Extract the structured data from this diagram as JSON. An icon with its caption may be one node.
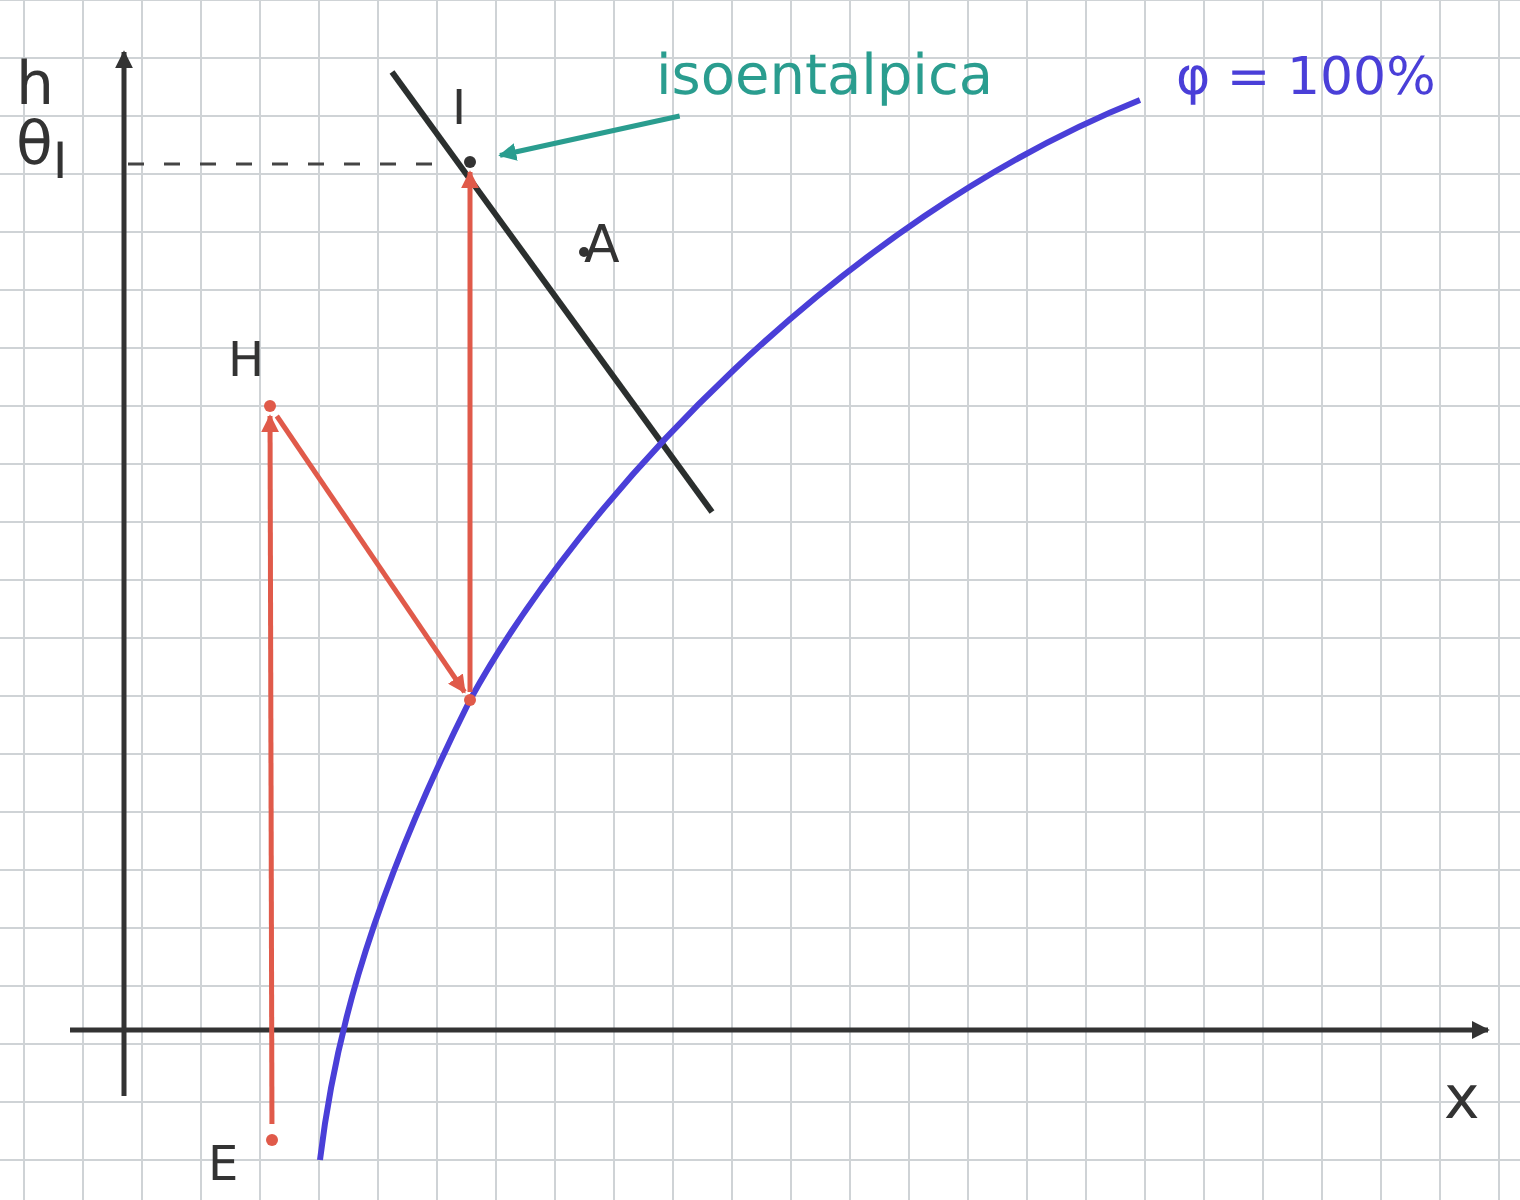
{
  "diagram": {
    "nodes": [
      {
        "text": [
          "E"
        ]
      },
      {
        "text": [
          "H"
        ]
      },
      {
        "text": [],
        "shape": "circle"
      },
      {
        "text": [
          "I"
        ]
      },
      {
        "text": [
          "isoentalpica"
        ]
      }
    ],
    "edges": [
      {
        "from": 0,
        "to": 1,
        "arrow": "to"
      },
      {
        "from": 1,
        "to": 2,
        "arrow": "to"
      },
      {
        "from": 2,
        "to": 3,
        "arrow": "to"
      },
      {
        "from": 4,
        "to": 3,
        "arrow": "to",
        "color": "#2a9d8f"
      }
    ],
    "labels": [
      "h",
      "θ$_{I}$",
      "A",
      "φ = 100%",
      "x"
    ]
  }
}
